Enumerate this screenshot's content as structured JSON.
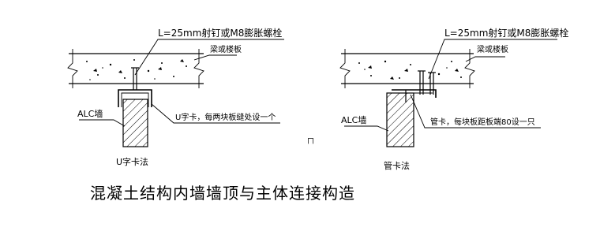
{
  "title": "混凝土结构内墙墙顶与主体连接构造",
  "left_detail": {
    "anchor_label": "L=25mm射钉或M8膨胀螺栓",
    "slab_label": "梁或楼板",
    "wall_label": "ALC墙",
    "clip_label": "U字卡，每两块板缝处设一个",
    "method_label": "U字卡法"
  },
  "right_detail": {
    "anchor_label": "L=25mm射钉或M8膨胀螺栓",
    "slab_label": "梁或楼板",
    "wall_label": "ALC墙",
    "clip_label": "管卡，每块板距板端80设一只",
    "method_label": "管卡法"
  },
  "misc_mark": "ㄇ",
  "colors": {
    "ink": "#000000",
    "background": "#ffffff"
  }
}
